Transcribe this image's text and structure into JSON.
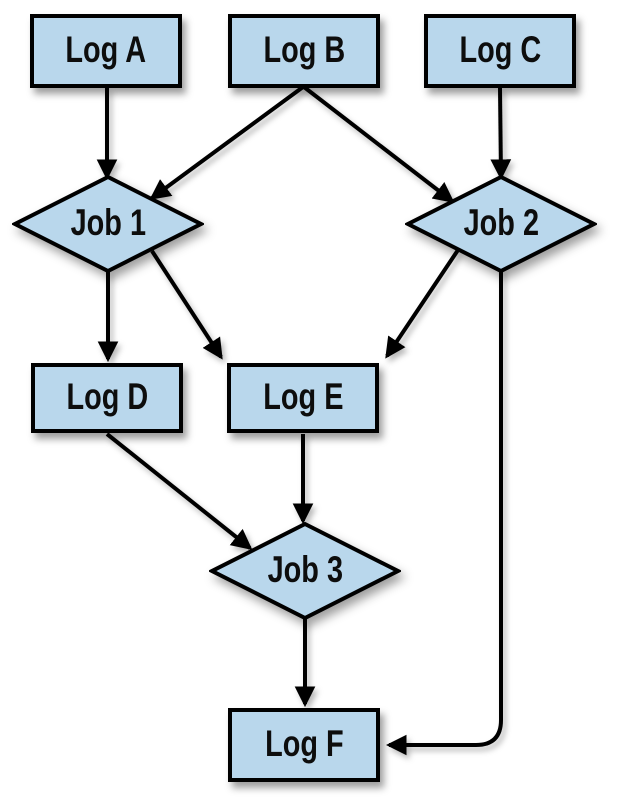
{
  "diagram": {
    "type": "flowchart-dag",
    "colors": {
      "node_fill": "#b9d7ec",
      "node_stroke": "#000000",
      "edge": "#000000",
      "background": "#ffffff",
      "label_text": "#0d0d0d"
    },
    "nodes": {
      "log_a": {
        "label": "Log A",
        "shape": "rectangle"
      },
      "log_b": {
        "label": "Log B",
        "shape": "rectangle"
      },
      "log_c": {
        "label": "Log C",
        "shape": "rectangle"
      },
      "job_1": {
        "label": "Job 1",
        "shape": "diamond"
      },
      "job_2": {
        "label": "Job 2",
        "shape": "diamond"
      },
      "log_d": {
        "label": "Log D",
        "shape": "rectangle"
      },
      "log_e": {
        "label": "Log E",
        "shape": "rectangle"
      },
      "job_3": {
        "label": "Job 3",
        "shape": "diamond"
      },
      "log_f": {
        "label": "Log F",
        "shape": "rectangle"
      }
    },
    "edges": [
      {
        "from": "Log A",
        "to": "Job 1"
      },
      {
        "from": "Log B",
        "to": "Job 1"
      },
      {
        "from": "Log B",
        "to": "Job 2"
      },
      {
        "from": "Log C",
        "to": "Job 2"
      },
      {
        "from": "Job 1",
        "to": "Log D"
      },
      {
        "from": "Job 1",
        "to": "Log E"
      },
      {
        "from": "Job 2",
        "to": "Log E"
      },
      {
        "from": "Job 2",
        "to": "Log F"
      },
      {
        "from": "Log D",
        "to": "Job 3"
      },
      {
        "from": "Log E",
        "to": "Job 3"
      },
      {
        "from": "Job 3",
        "to": "Log F"
      }
    ]
  }
}
